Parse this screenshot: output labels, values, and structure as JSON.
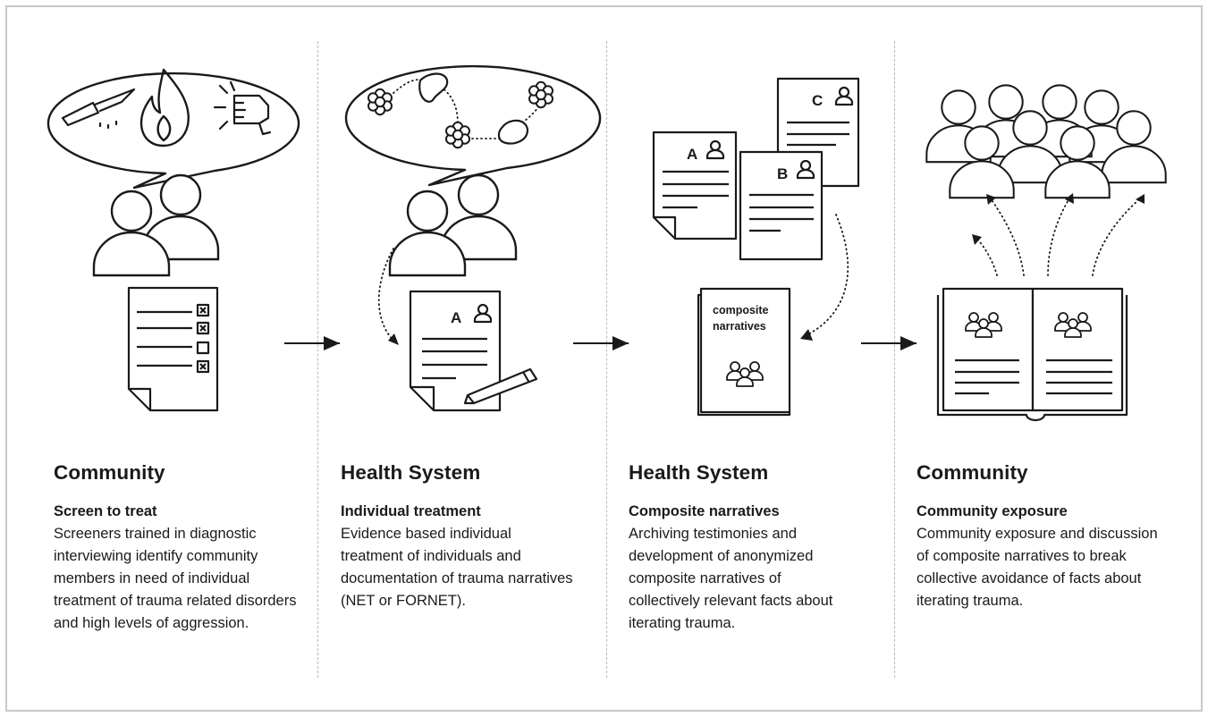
{
  "steps": [
    {
      "heading": "Community",
      "subheading": "Screen to treat",
      "description": "Screeners trained in diagnostic interviewing identify community members in need of individual treatment of trauma related disorders and high levels of aggression.",
      "icons": [
        "speech-bubble-icon",
        "knife-icon",
        "fire-icon",
        "fist-icon",
        "people-icon",
        "checklist-icon"
      ]
    },
    {
      "heading": "Health System",
      "subheading": "Individual treatment",
      "description": "Evidence based individual treatment of individuals and documentation of trauma narratives (NET or FORNET).",
      "icons": [
        "speech-bubble-icon",
        "flower-icon",
        "stone-icon",
        "people-icon",
        "document-pencil-icon"
      ]
    },
    {
      "heading": "Health System",
      "subheading": "Composite narratives",
      "description": "Archiving testimonies and development of anonymized composite narratives of collectively relevant facts about iterating trauma.",
      "icons": [
        "document-icon",
        "book-icon"
      ]
    },
    {
      "heading": "Community",
      "subheading": "Community exposure",
      "description": "Community exposure and discussion of composite narratives to break collective avoidance of facts about iterating trauma.",
      "icons": [
        "crowd-icon",
        "open-book-icon"
      ]
    }
  ],
  "document_labels": {
    "doc_a": "A",
    "doc_b": "B",
    "doc_c": "C",
    "doc_step2": "A"
  },
  "book_label": [
    "composite",
    "narratives"
  ],
  "connector_icon": "arrow-right-icon",
  "colors": {
    "ink": "#1a1a1a",
    "frame": "#c8c8c8",
    "divider": "#b8b8b8"
  }
}
